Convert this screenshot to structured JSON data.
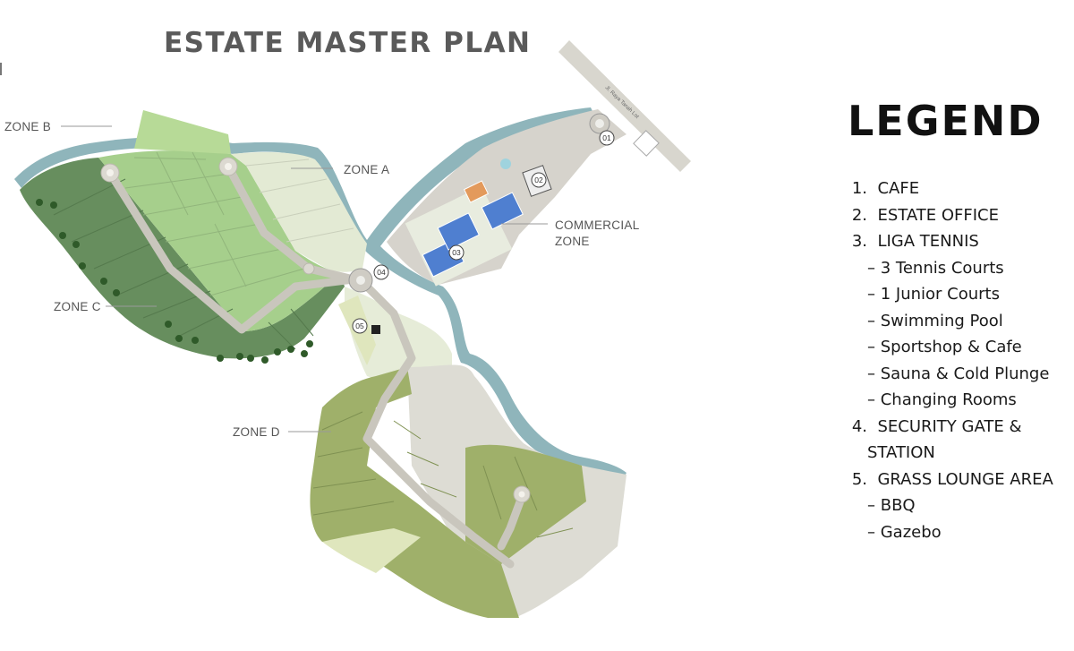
{
  "page": {
    "title": "ESTATE MASTER PLAN"
  },
  "map": {
    "zones": [
      {
        "id": "zone-a",
        "label": "ZONE A"
      },
      {
        "id": "zone-b",
        "label": "ZONE B"
      },
      {
        "id": "zone-c",
        "label": "ZONE C"
      },
      {
        "id": "zone-d",
        "label": "ZONE D"
      },
      {
        "id": "commercial",
        "label": "COMMERCIAL",
        "label2": "ZONE"
      }
    ],
    "road_label": "Jl. Raya Tanah Lot",
    "markers": [
      "01",
      "02",
      "03",
      "04",
      "05"
    ],
    "colors": {
      "river": "#8fb5bb",
      "zone_b": "#a6cf8c",
      "zone_c": "#678e5e",
      "zone_a": "#e3ead4",
      "zone_d_dark": "#9fb06a",
      "zone_d_light": "#dfe6bd",
      "grey_land": "#dddcd4",
      "road": "#c9c6bd",
      "tennis": "#4f7fd0",
      "tree": "#2f5a29"
    }
  },
  "legend": {
    "title": "LEGEND",
    "items": [
      {
        "n": "1.",
        "text": "CAFE"
      },
      {
        "n": "2.",
        "text": "ESTATE OFFICE"
      },
      {
        "n": "3.",
        "text": "LIGA TENNIS",
        "subitems": [
          "– 3 Tennis Courts",
          "– 1 Junior Courts",
          "– Swimming Pool",
          "– Sportshop & Cafe",
          "– Sauna & Cold Plunge",
          "– Changing Rooms"
        ]
      },
      {
        "n": "4.",
        "text": "SECURITY GATE &",
        "text2": "STATION"
      },
      {
        "n": "5.",
        "text": "GRASS LOUNGE AREA",
        "subitems": [
          "– BBQ",
          "– Gazebo"
        ]
      }
    ]
  }
}
